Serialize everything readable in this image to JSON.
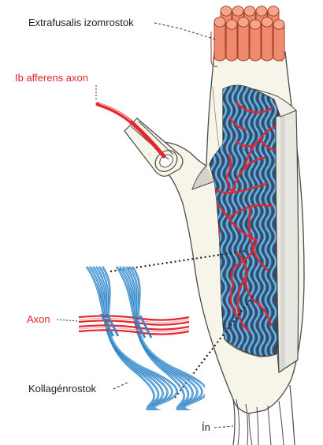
{
  "labels": {
    "extrafusal": "Extrafusalis izomrostok",
    "ib_axon": "Ib afferens axon",
    "axon": "Axon",
    "collagen": "Kollagénrostok",
    "tendon": "Ín"
  },
  "colors": {
    "muscle_fiber": "#f08a6e",
    "muscle_fiber_stroke": "#9a3a24",
    "capsule_fill": "#f7f4ea",
    "capsule_stroke": "#4a4a4a",
    "interior": "#3b4a5c",
    "collagen_blue": "#2f87c9",
    "collagen_light": "#9cc6e6",
    "axon_red": "#e3262f",
    "axon_light": "#f4a0a4",
    "label_red": "#e3262f",
    "label_black": "#1f1f1f"
  }
}
